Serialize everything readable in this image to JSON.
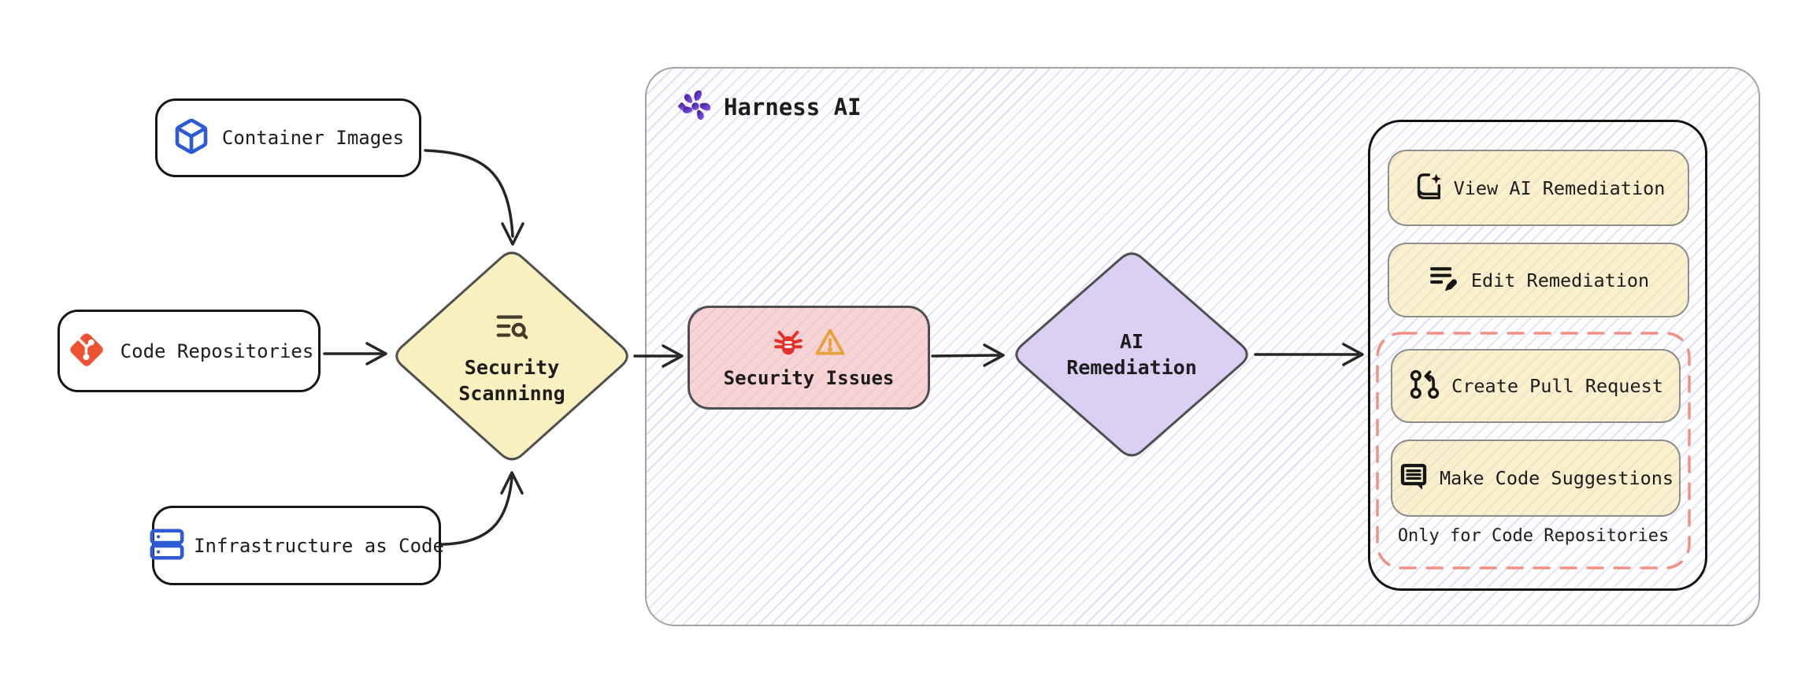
{
  "nodes": {
    "container_images": {
      "label": "Container Images"
    },
    "code_repositories": {
      "label": "Code Repositories"
    },
    "infrastructure_as_code": {
      "label": "Infrastructure as Code"
    },
    "security_scanning": {
      "line1": "Security",
      "line2": "Scanninng"
    },
    "security_issues": {
      "label": "Security Issues"
    },
    "ai_remediation": {
      "line1": "AI",
      "line2": "Remediation"
    }
  },
  "harness_panel": {
    "title": "Harness AI"
  },
  "actions": {
    "view": {
      "label": "View AI Remediation"
    },
    "edit": {
      "label": "Edit Remediation"
    },
    "create_pr": {
      "label": "Create Pull Request"
    },
    "make_suggestions": {
      "label": "Make Code Suggestions"
    },
    "note": "Only for Code Repositories"
  },
  "icons": {
    "container_images": "cube-icon",
    "code_repositories": "git-icon",
    "infrastructure_as_code": "server-stack-icon",
    "security_scanning": "scan-search-icon",
    "harness": "harness-ai-flower-icon",
    "security_issues_bug": "bug-icon",
    "security_issues_warning": "warning-triangle-icon",
    "view": "document-sparkle-icon",
    "edit": "lines-pencil-icon",
    "create_pr": "git-pull-request-icon",
    "make_suggestions": "message-lines-icon"
  },
  "colors": {
    "scanning_fill": "#f9efbb",
    "issues_fill": "#f8d3d3",
    "remediation_fill": "#d8caf3",
    "action_button_fill": "#faf0cb",
    "node_border": "#4f4f4f",
    "panel_border": "#141414",
    "dashed_border": "#f29084",
    "hatch_line": "#7d7de6",
    "container_border": "#a3a3a3",
    "icon_blue": "#2d5bd7",
    "git_orange": "#f05133",
    "bug_red": "#e23128",
    "warning_orange": "#e9a23b",
    "harness_purple": "#6d28d9",
    "arrow": "#262626"
  }
}
